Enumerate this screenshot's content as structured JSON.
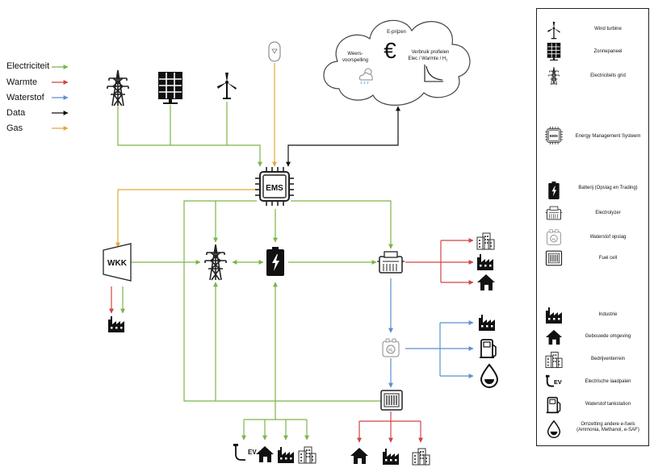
{
  "color_legend": {
    "items": [
      {
        "label": "Electriciteit",
        "color": "#7ab648"
      },
      {
        "label": "Warmte",
        "color": "#d04545"
      },
      {
        "label": "Waterstof",
        "color": "#5b8fd1"
      },
      {
        "label": "Data",
        "color": "#111111"
      },
      {
        "label": "Gas",
        "color": "#e3a93c"
      }
    ]
  },
  "cloud": {
    "eprijzen": "E-prijzen",
    "euro": "€",
    "weer_line1": "Weers-",
    "weer_line2": "voorspelling",
    "verbruik_line1": "Verbruik profielen",
    "verbruik_line2": "Elec / Warmte / H",
    "verbruik_sub": "2"
  },
  "nodes": {
    "ems": "EMS",
    "wkk": "WKK",
    "ev": "EV"
  },
  "icon_key": {
    "items": [
      {
        "icon": "wind-turbine-icon",
        "label": "Wind turbine"
      },
      {
        "icon": "solar-panel-icon",
        "label": "Zonnepaneel"
      },
      {
        "icon": "power-pylon-icon",
        "label": "Electriciteits grid"
      },
      {
        "icon": "ems-chip-icon",
        "label": "Energy Management Systeem"
      },
      {
        "icon": "battery-icon",
        "label": "Batterij (Opslag en Trading)"
      },
      {
        "icon": "electrolyzer-icon",
        "label": "Electrolyzer"
      },
      {
        "icon": "hydrogen-storage-icon",
        "label": "Waterstof opslag"
      },
      {
        "icon": "fuel-cell-icon",
        "label": "Fuel cell"
      },
      {
        "icon": "factory-icon",
        "label": "Industrie"
      },
      {
        "icon": "house-icon",
        "label": "Gebouwde omgeving"
      },
      {
        "icon": "office-buildings-icon",
        "label": "Bedrijventerrein"
      },
      {
        "icon": "ev-charger-icon",
        "label": "Electrische laadpalen"
      },
      {
        "icon": "fuel-station-icon",
        "label": "Waterstof tankstation"
      },
      {
        "icon": "fuel-drop-icon",
        "label": "Omzetting andere e-fuels (Ammonia, Methanol, e-SAF)"
      }
    ]
  }
}
